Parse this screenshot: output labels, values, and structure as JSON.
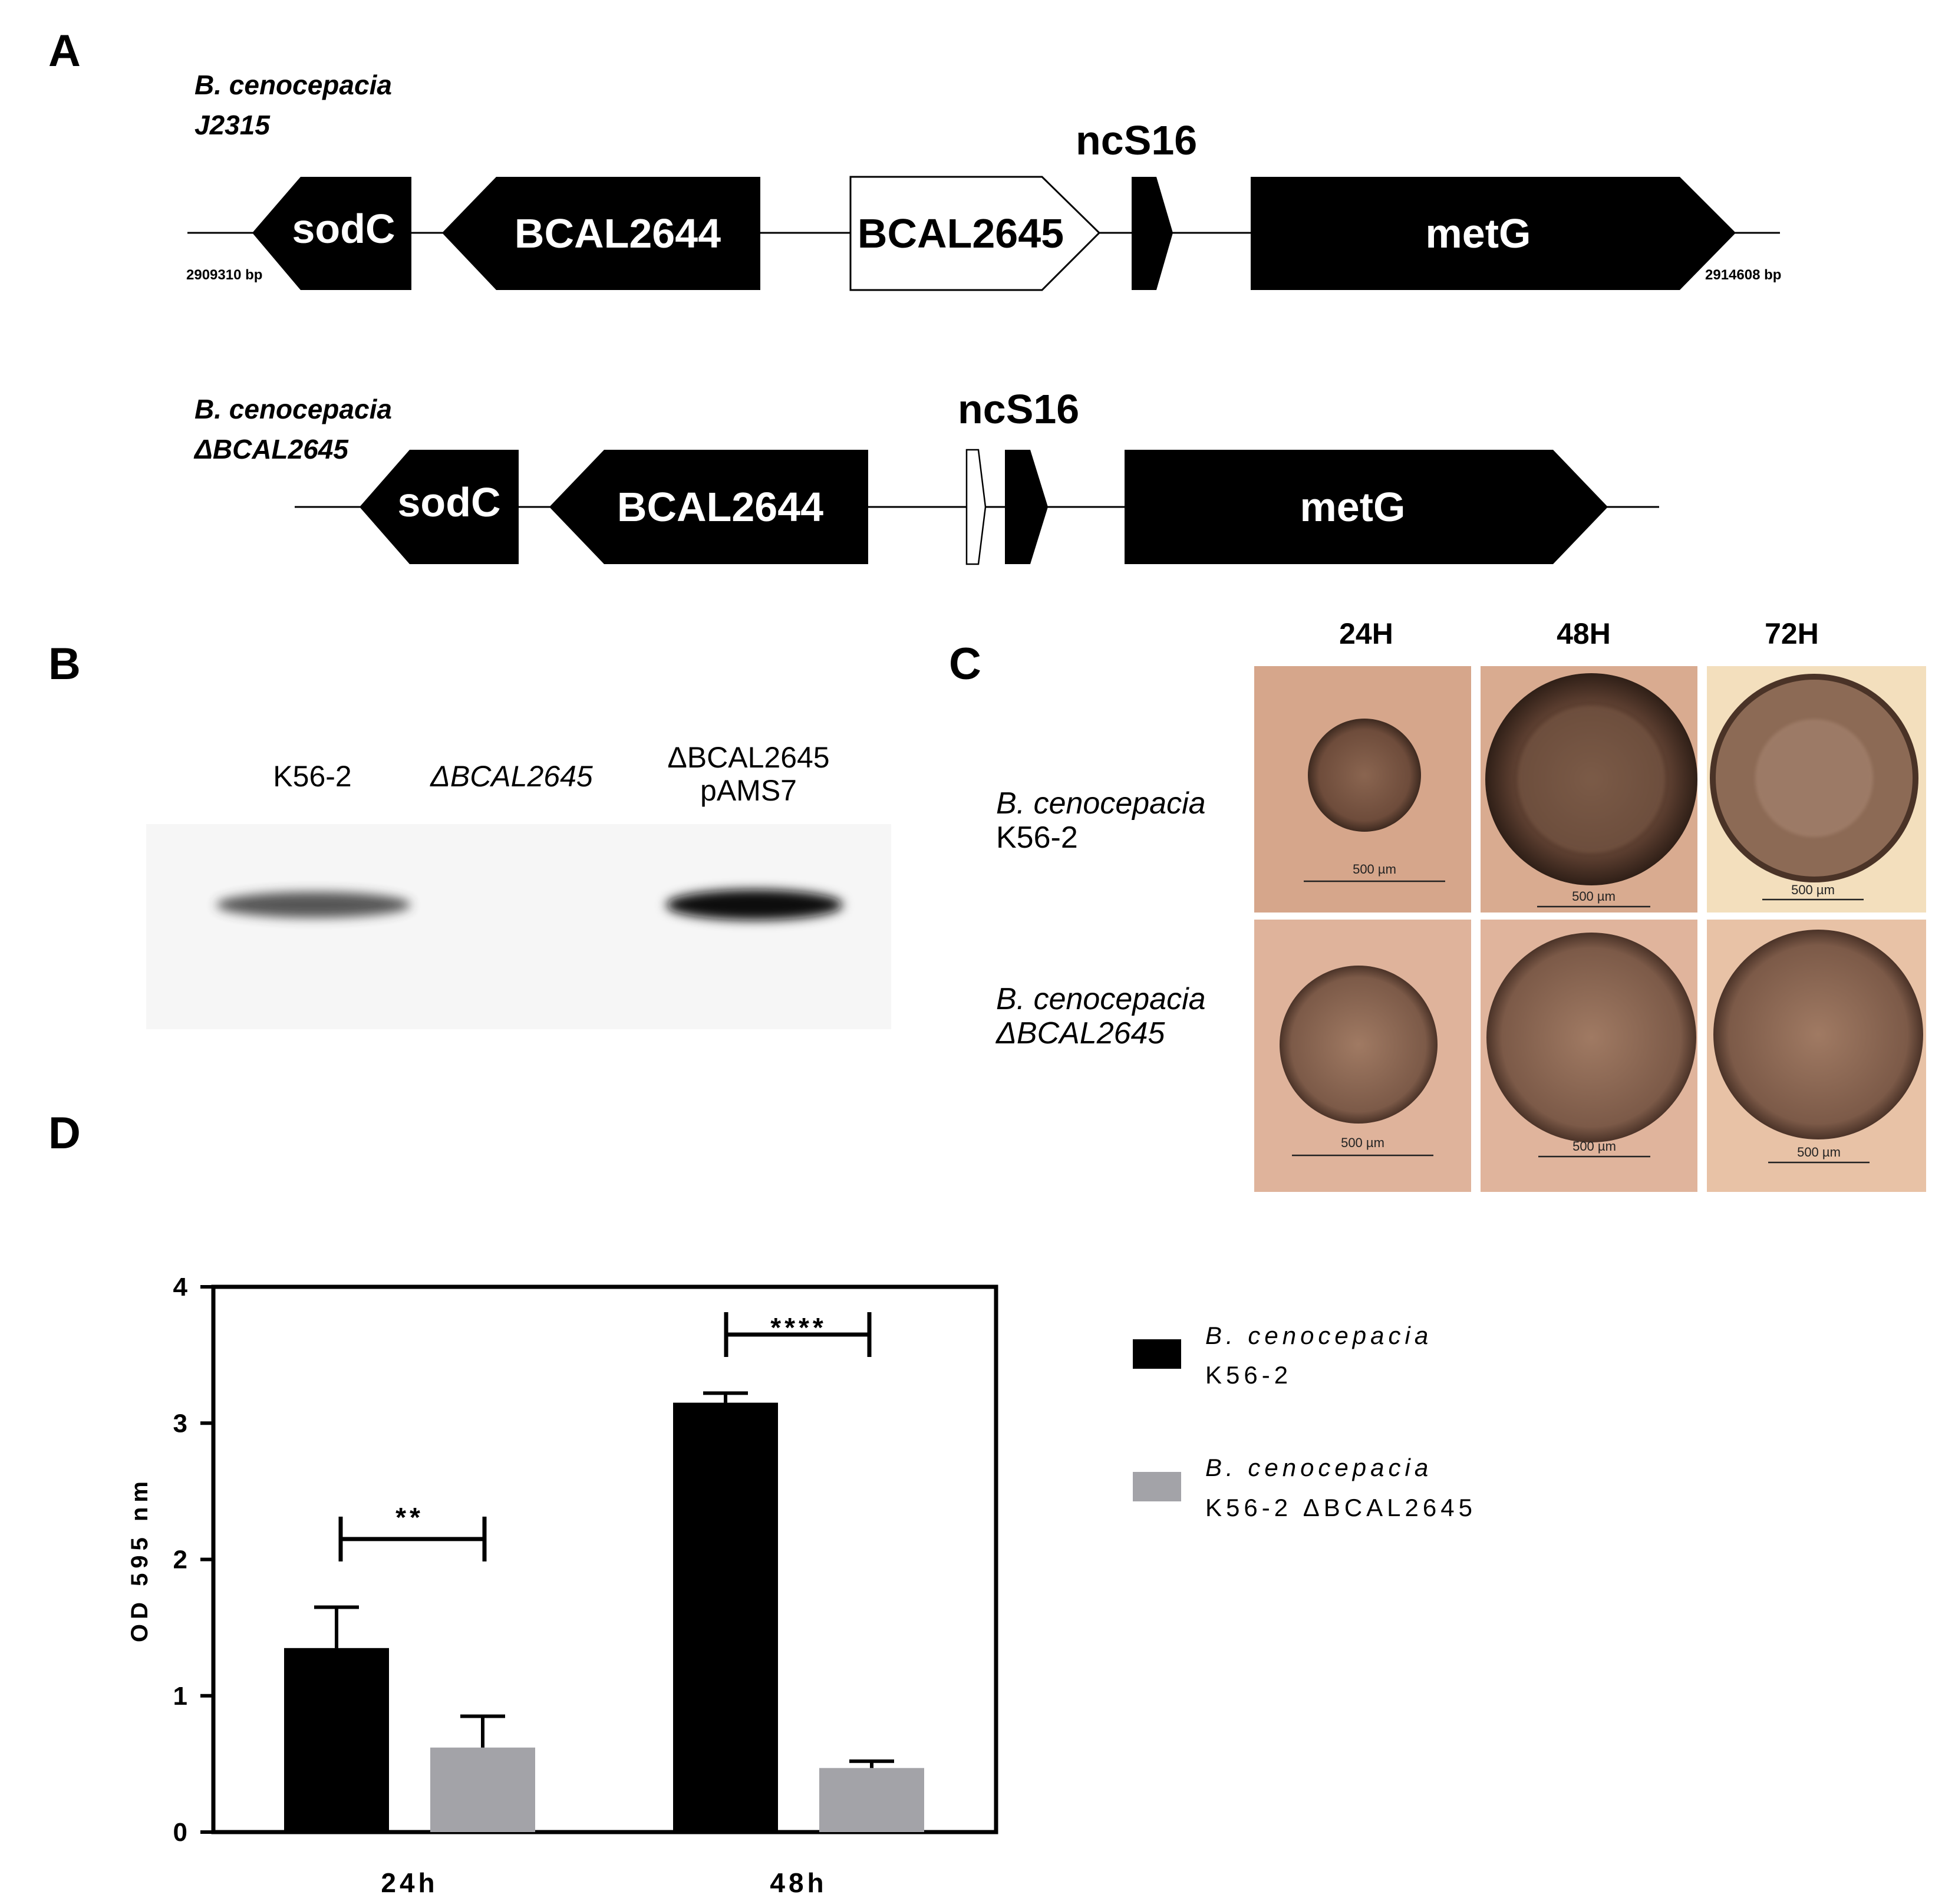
{
  "panels": {
    "A": {
      "letter": "A",
      "wildtype": {
        "strain_line1": "B. cenocepacia",
        "strain_line2": "J2315",
        "ncs_label": "ncS16",
        "genes": [
          "sodC",
          "BCAL2644",
          "BCAL2645",
          "metG"
        ],
        "start_bp": "2909310 bp",
        "end_bp": "2914608 bp"
      },
      "mutant": {
        "strain_line1": "B. cenocepacia",
        "strain_line2": "ΔBCAL2645",
        "ncs_label": "ncS16",
        "genes": [
          "sodC",
          "BCAL2644",
          "metG"
        ]
      }
    },
    "B": {
      "letter": "B",
      "lanes": [
        "K56-2",
        "ΔBCAL2645",
        "ΔBCAL2645",
        "pAMS7"
      ]
    },
    "C": {
      "letter": "C",
      "times": [
        "24H",
        "48H",
        "72H"
      ],
      "row1_line1": "B. cenocepacia",
      "row1_line2": "K56-2",
      "row2_line1": "B. cenocepacia",
      "row2_line2": "ΔBCAL2645",
      "scale_bar": "500 µm",
      "colors": {
        "wild_bg": "#d9a98d",
        "mutant_bg": "#e3b79f",
        "bg_72h": "#f3dfbd",
        "colony": "#6b4a3a"
      }
    },
    "D": {
      "letter": "D",
      "sig_24h": "**",
      "sig_48h": "****",
      "legend": [
        {
          "line1": "B. cenocepacia",
          "line2": "K56-2",
          "color": "#000000"
        },
        {
          "line1": "B. cenocepacia",
          "line2": "K56-2 ΔBCAL2645",
          "color": "#a3a3a8"
        }
      ]
    }
  },
  "chart_data": {
    "type": "bar",
    "categories": [
      "24h",
      "48h"
    ],
    "ylabel": "OD 595 nm",
    "xlabel": "",
    "ylim": [
      0,
      4
    ],
    "yticks": [
      "0",
      "1",
      "2",
      "3",
      "4"
    ],
    "series": [
      {
        "name": "B. cenocepacia K56-2",
        "values": [
          1.35,
          3.15
        ],
        "errors": [
          0.3,
          0.07
        ],
        "color": "#000000"
      },
      {
        "name": "B. cenocepacia K56-2 ΔBCAL2645",
        "values": [
          0.62,
          0.47
        ],
        "errors": [
          0.23,
          0.05
        ],
        "color": "#a3a3a8"
      }
    ]
  }
}
